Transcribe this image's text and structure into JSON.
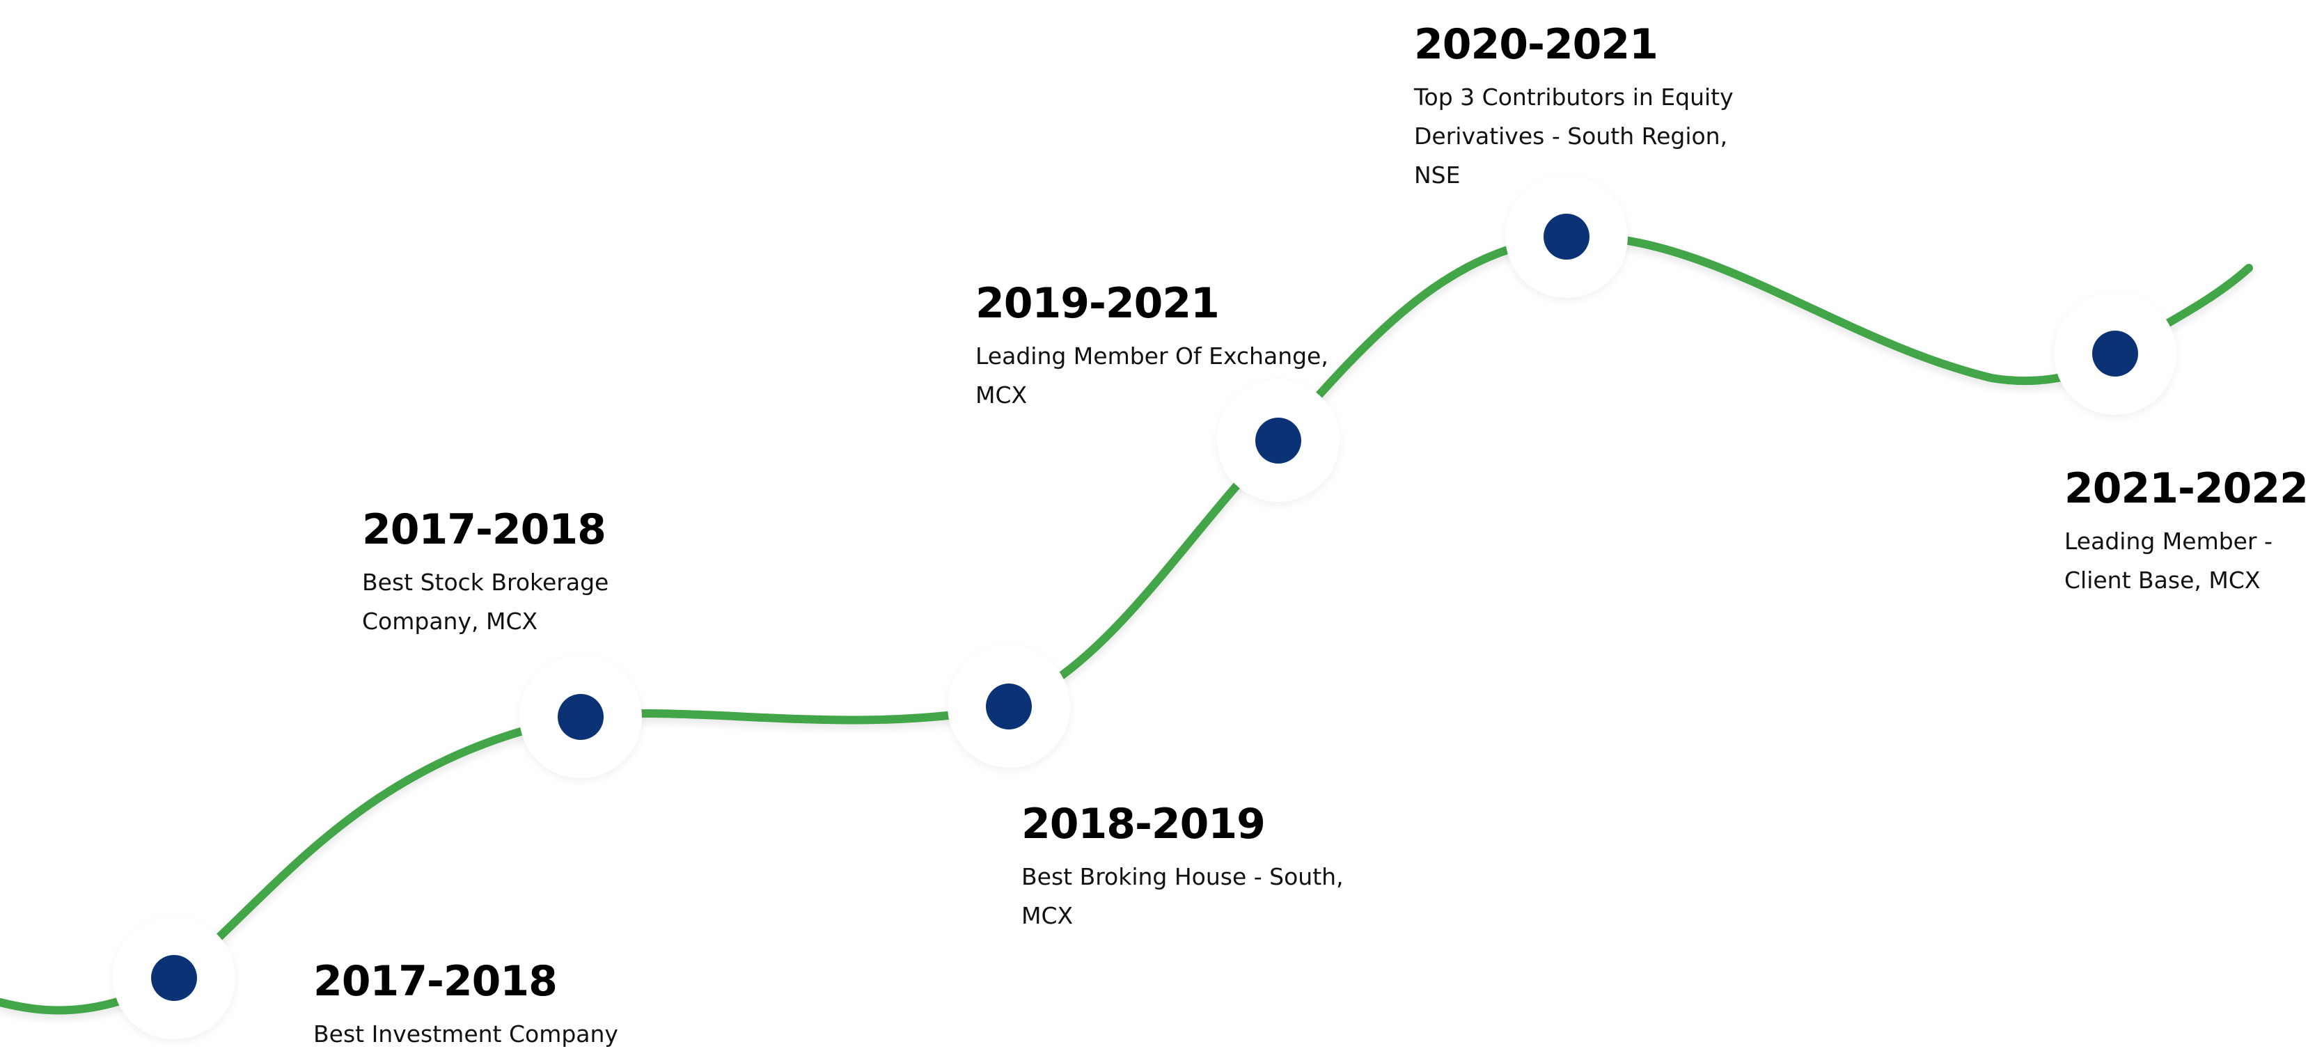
{
  "colors": {
    "curve": "#43A547",
    "dot": "#0B3275",
    "halo": "#FFFFFF",
    "text": "#000000",
    "background": "#FFFFFF"
  },
  "milestones": [
    {
      "year": "2017-2018",
      "description": "Best Investment Company"
    },
    {
      "year": "2017-2018",
      "description": "Best Stock Brokerage Company, MCX"
    },
    {
      "year": "2018-2019",
      "description": "Best Broking House - South, MCX"
    },
    {
      "year": "2019-2021",
      "description": "Leading Member Of Exchange, MCX"
    },
    {
      "year": "2020-2021",
      "description": "Top 3 Contributors in Equity Derivatives - South Region, NSE"
    },
    {
      "year": "2021-2022",
      "description": "Leading Member - Client Base, MCX"
    }
  ]
}
